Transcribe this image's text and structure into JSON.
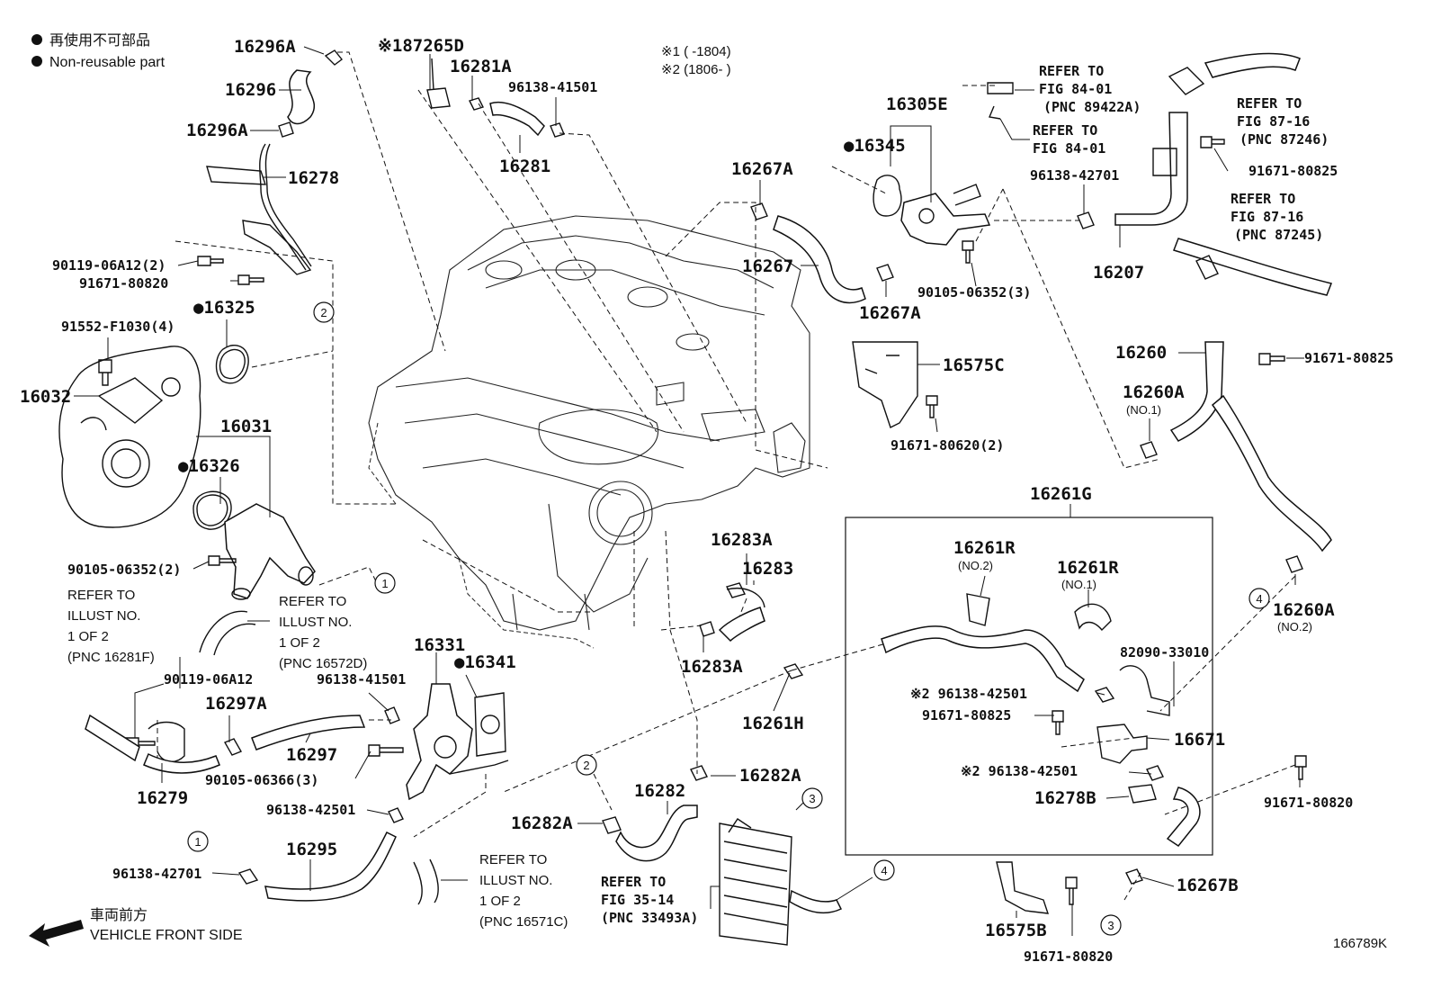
{
  "legend": {
    "jp": "再使用不可部品",
    "en": "Non-reusable part"
  },
  "applicability": {
    "mark1": "※1 (       -1804)",
    "mark2": "※2 (1806-       )"
  },
  "direction": {
    "jp": "車両前方",
    "en": "VEHICLE FRONT SIDE"
  },
  "illustration_code": "166789K",
  "labels": {
    "p16296A_top": "16296A",
    "p16296": "16296",
    "p16296A_bot": "16296A",
    "p16278": "16278",
    "p87265D": "※187265D",
    "p16281A": "16281A",
    "p96138_41501_top": "96138-41501",
    "p16281": "16281",
    "p90119_06A12_2": "90119-06A12(2)",
    "p91671_80820_left": "91671-80820",
    "p16325": "●16325",
    "p91552": "91552-F1030(4)",
    "p16032": "16032",
    "p16031": "16031",
    "p16326": "●16326",
    "p90105_06352_2": "90105-06352(2)",
    "p16305E": "16305E",
    "p16345": "●16345",
    "p16267A_top": "16267A",
    "p16267": "16267",
    "p16267A_bot": "16267A",
    "p90105_06352_3": "90105-06352(3)",
    "p96138_42701_top": "96138-42701",
    "p16207": "16207",
    "p91671_80825_top": "91671-80825",
    "p16575C": "16575C",
    "p91671_80620_2": "91671-80620(2)",
    "p16260": "16260",
    "p91671_80825_right": "91671-80825",
    "p16260A_top": "16260A",
    "p16260A_top_sub": "(NO.1)",
    "p16260A_bot": "16260A",
    "p16260A_bot_sub": "(NO.2)",
    "p16261G": "16261G",
    "p16261R_a": "16261R",
    "p16261R_a_sub": "(NO.2)",
    "p16261R_b": "16261R",
    "p16261R_b_sub": "(NO.1)",
    "p82090": "82090-33010",
    "p96138_42501_r1": "※2 96138-42501",
    "p91671_80825_box": "91671-80825",
    "p16671": "16671",
    "p96138_42501_r2": "※2 96138-42501",
    "p16278B": "16278B",
    "p91671_80820_right": "91671-80820",
    "p16267B": "16267B",
    "p16575B": "16575B",
    "p91671_80820_bot": "91671-80820",
    "p16283A_top": "16283A",
    "p16283": "16283",
    "p16283A_bot": "16283A",
    "p16261H": "16261H",
    "p16331": "16331",
    "p16341": "●16341",
    "p96138_41501_mid": "96138-41501",
    "p90119_06A12": "90119-06A12",
    "p16297A": "16297A",
    "p16297": "16297",
    "p90105_06366_3": "90105-06366(3)",
    "p16279": "16279",
    "p96138_42501_bot": "96138-42501",
    "p16295": "16295",
    "p96138_42701_bot": "96138-42701",
    "p16282": "16282",
    "p16282A_right": "16282A",
    "p16282A_left": "16282A"
  },
  "references": {
    "fig84_a": [
      "REFER TO",
      "FIG 84-01",
      "(PNC 89422A)"
    ],
    "fig84_b": [
      "REFER TO",
      "FIG 84-01"
    ],
    "fig87_a": [
      "REFER TO",
      "FIG 87-16",
      "(PNC 87246)"
    ],
    "fig87_b": [
      "REFER TO",
      "FIG 87-16",
      "(PNC 87245)"
    ],
    "illust_281F": [
      "REFER TO",
      "ILLUST NO.",
      "1 OF 2",
      "(PNC 16281F)"
    ],
    "illust_572D": [
      "REFER TO",
      "ILLUST NO.",
      "1 OF 2",
      "(PNC 16572D)"
    ],
    "illust_571C": [
      "REFER TO",
      "ILLUST NO.",
      "1 OF 2",
      "(PNC 16571C)"
    ],
    "fig35": [
      "REFER TO",
      "FIG 35-14",
      "(PNC 33493A)"
    ]
  },
  "circle_refs": {
    "c1_a": "1",
    "c1_b": "1",
    "c2_a": "2",
    "c2_b": "2",
    "c3_a": "3",
    "c3_b": "3",
    "c4_a": "4",
    "c4_b": "4"
  }
}
